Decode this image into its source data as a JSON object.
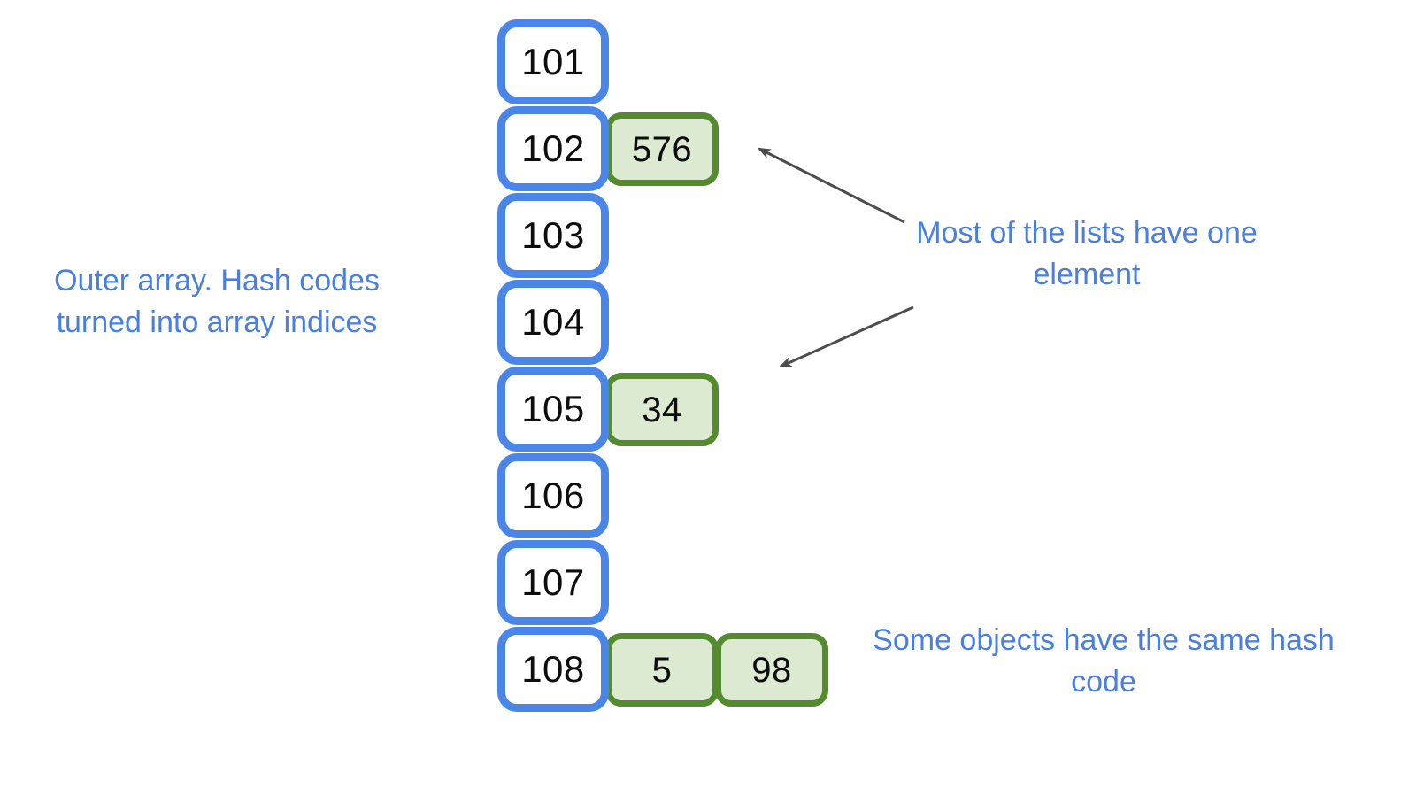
{
  "diagram": {
    "title_text_color": "#4a7fe0",
    "bucket_border_color": "#4a86e8",
    "value_border_color": "#558b2f",
    "value_fill_color": "#dcead2",
    "arrow_color": "#4d4d4d",
    "buckets": [
      {
        "index": "101",
        "values": []
      },
      {
        "index": "102",
        "values": [
          "576"
        ]
      },
      {
        "index": "103",
        "values": []
      },
      {
        "index": "104",
        "values": []
      },
      {
        "index": "105",
        "values": [
          "34"
        ]
      },
      {
        "index": "106",
        "values": []
      },
      {
        "index": "107",
        "values": []
      },
      {
        "index": "108",
        "values": [
          "5",
          "98"
        ]
      }
    ],
    "annotations": {
      "outer_array": "Outer array. Hash codes turned into array indices",
      "one_element": "Most of the lists have one element",
      "same_hash": "Some objects have the same hash code"
    }
  }
}
